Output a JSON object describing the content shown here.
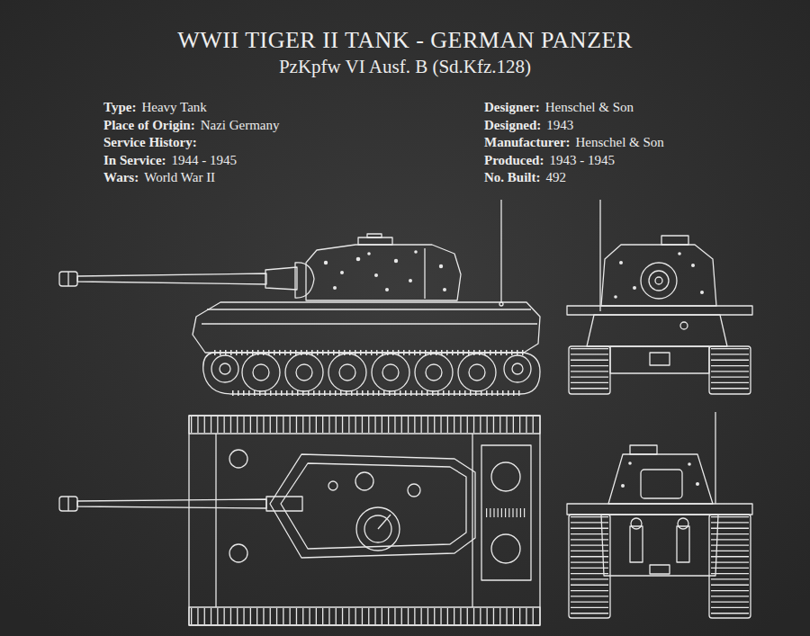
{
  "diagram": {
    "title": "WWII TIGER II TANK - GERMAN PANZER",
    "labels": [
      "PzKpfw VI Ausf. B (Sd.Kfz.128)",
      "Type:",
      "Heavy Tank",
      "Place of Origin:",
      "Nazi Germany",
      "Service History:",
      "In Service:",
      "1944 - 1945",
      "Wars:",
      "World War II",
      "Designer:",
      "Henschel & Son",
      "Designed:",
      "1943",
      "Manufacturer:",
      "Henschel & Son",
      "Produced:",
      "1943 - 1945",
      "No. Built:",
      "492"
    ]
  }
}
